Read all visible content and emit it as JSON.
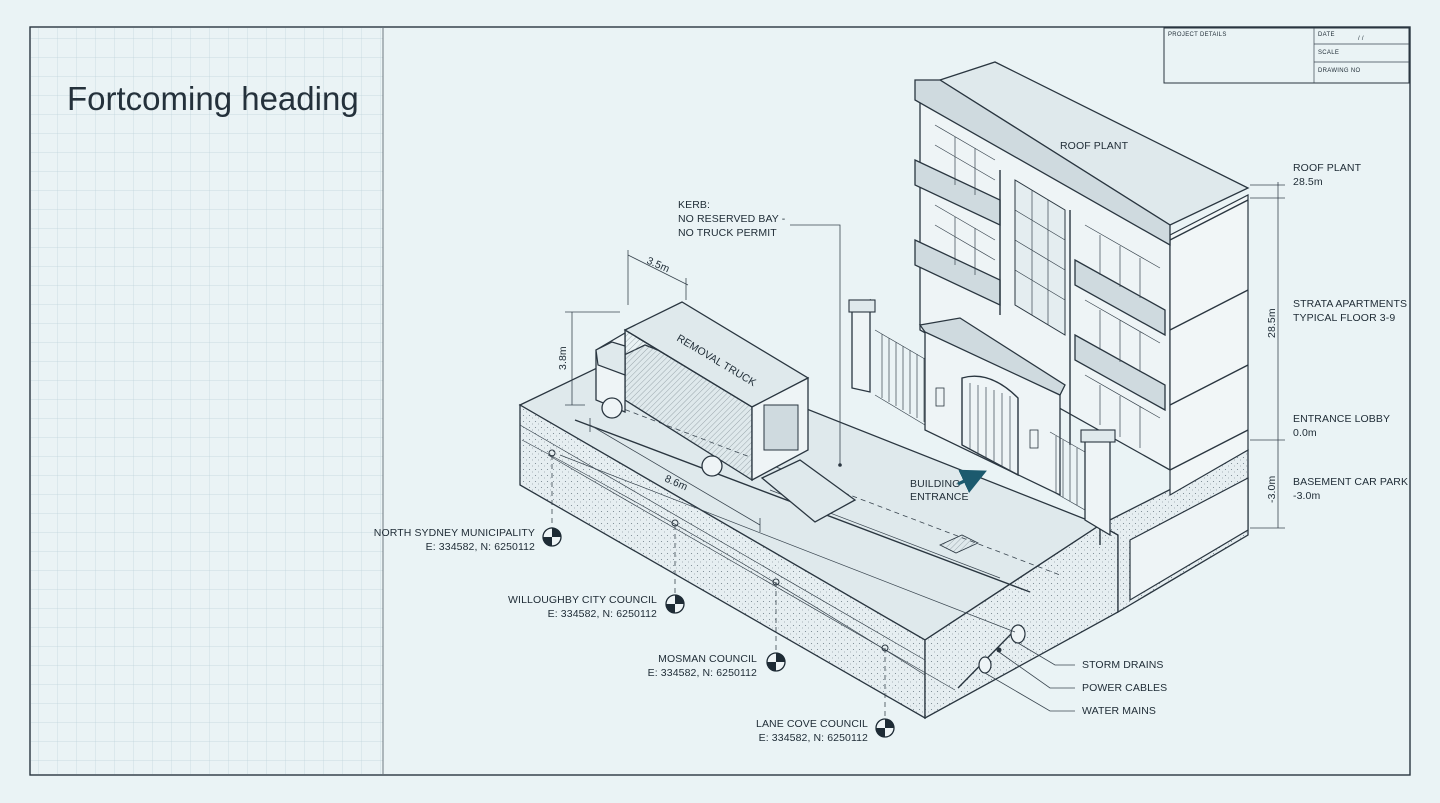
{
  "heading": "Fortcoming heading",
  "title_block": {
    "project_details": "PROJECT DETAILS",
    "date_label": "DATE",
    "date_value": "/      /",
    "scale_label": "SCALE",
    "drawing_no_label": "DRAWING NO"
  },
  "building": {
    "roof_plant_label": "ROOF PLANT",
    "entrance_label_line1": "BUILDING",
    "entrance_label_line2": "ENTRANCE"
  },
  "kerb": {
    "line1": "KERB:",
    "line2": "NO RESERVED BAY -",
    "line3": "NO TRUCK PERMIT"
  },
  "truck": {
    "label": "REMOVAL TRUCK",
    "width_dim": "3.5m",
    "height_dim": "3.8m",
    "length_dim": "8.6m"
  },
  "levels": [
    {
      "name": "ROOF PLANT",
      "value": "28.5m"
    },
    {
      "name": "STRATA APARTMENTS",
      "value": "TYPICAL FLOOR 3-9"
    },
    {
      "name": "ENTRANCE LOBBY",
      "value": "0.0m"
    },
    {
      "name": "BASEMENT CAR PARK",
      "value": "-3.0m"
    }
  ],
  "height_dims": {
    "building": "28.5m",
    "basement": "-3.0m"
  },
  "datum_points": [
    {
      "name": "NORTH SYDNEY MUNICIPALITY",
      "coords": "E: 334582, N: 6250112"
    },
    {
      "name": "WILLOUGHBY CITY COUNCIL",
      "coords": "E: 334582, N: 6250112"
    },
    {
      "name": "MOSMAN COUNCIL",
      "coords": "E: 334582, N: 6250112"
    },
    {
      "name": "LANE COVE COUNCIL",
      "coords": "E: 334582, N: 6250112"
    }
  ],
  "services": [
    "STORM DRAINS",
    "POWER CABLES",
    "WATER MAINS"
  ]
}
